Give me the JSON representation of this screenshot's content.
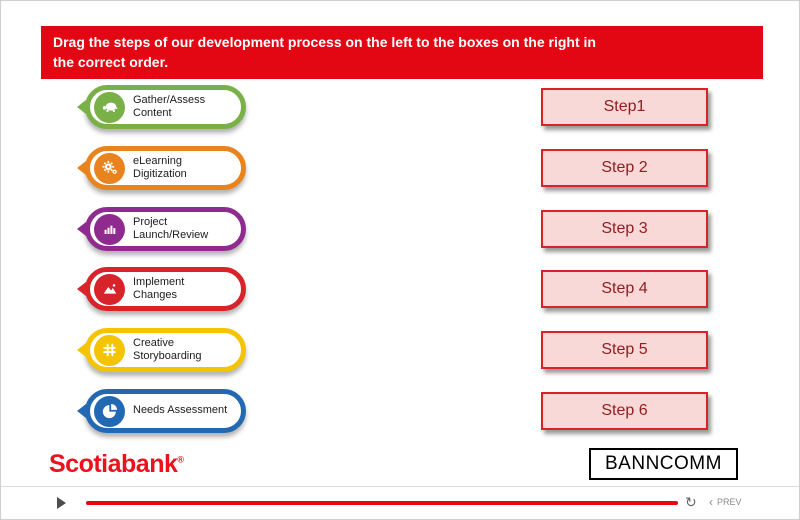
{
  "banner": {
    "text": "Drag the steps of our development process on the left to the boxes on the right in\nthe correct order."
  },
  "colors": {
    "banner_bg": "#e30613",
    "step_box_bg": "#f9d8d8",
    "step_box_border": "#d8232a",
    "step_box_text": "#8f1d1d",
    "brand_red": "#ec111a",
    "progress": "#e30613"
  },
  "pills": [
    {
      "label": "Gather/Assess\nContent",
      "color": "#7ab048",
      "icon": "turtle-icon"
    },
    {
      "label": "eLearning\nDigitization",
      "color": "#e8831d",
      "icon": "gears-icon"
    },
    {
      "label": "Project\nLaunch/Review",
      "color": "#8f2b8f",
      "icon": "bar-chart-icon"
    },
    {
      "label": "Implement\nChanges",
      "color": "#d8232a",
      "icon": "mountains-icon"
    },
    {
      "label": "Creative\nStoryboarding",
      "color": "#f5c400",
      "icon": "hashtag-icon"
    },
    {
      "label": "Needs Assessment",
      "color": "#2268b2",
      "icon": "pie-chart-icon"
    }
  ],
  "dropzones": [
    "Step1",
    "Step 2",
    "Step 3",
    "Step 4",
    "Step 5",
    "Step 6"
  ],
  "footer": {
    "brand": "Scotiabank",
    "registered": "®",
    "partner": "BANNCOMM"
  },
  "player": {
    "refresh": "↻",
    "prev_chevron": "‹",
    "prev": "PREV"
  }
}
